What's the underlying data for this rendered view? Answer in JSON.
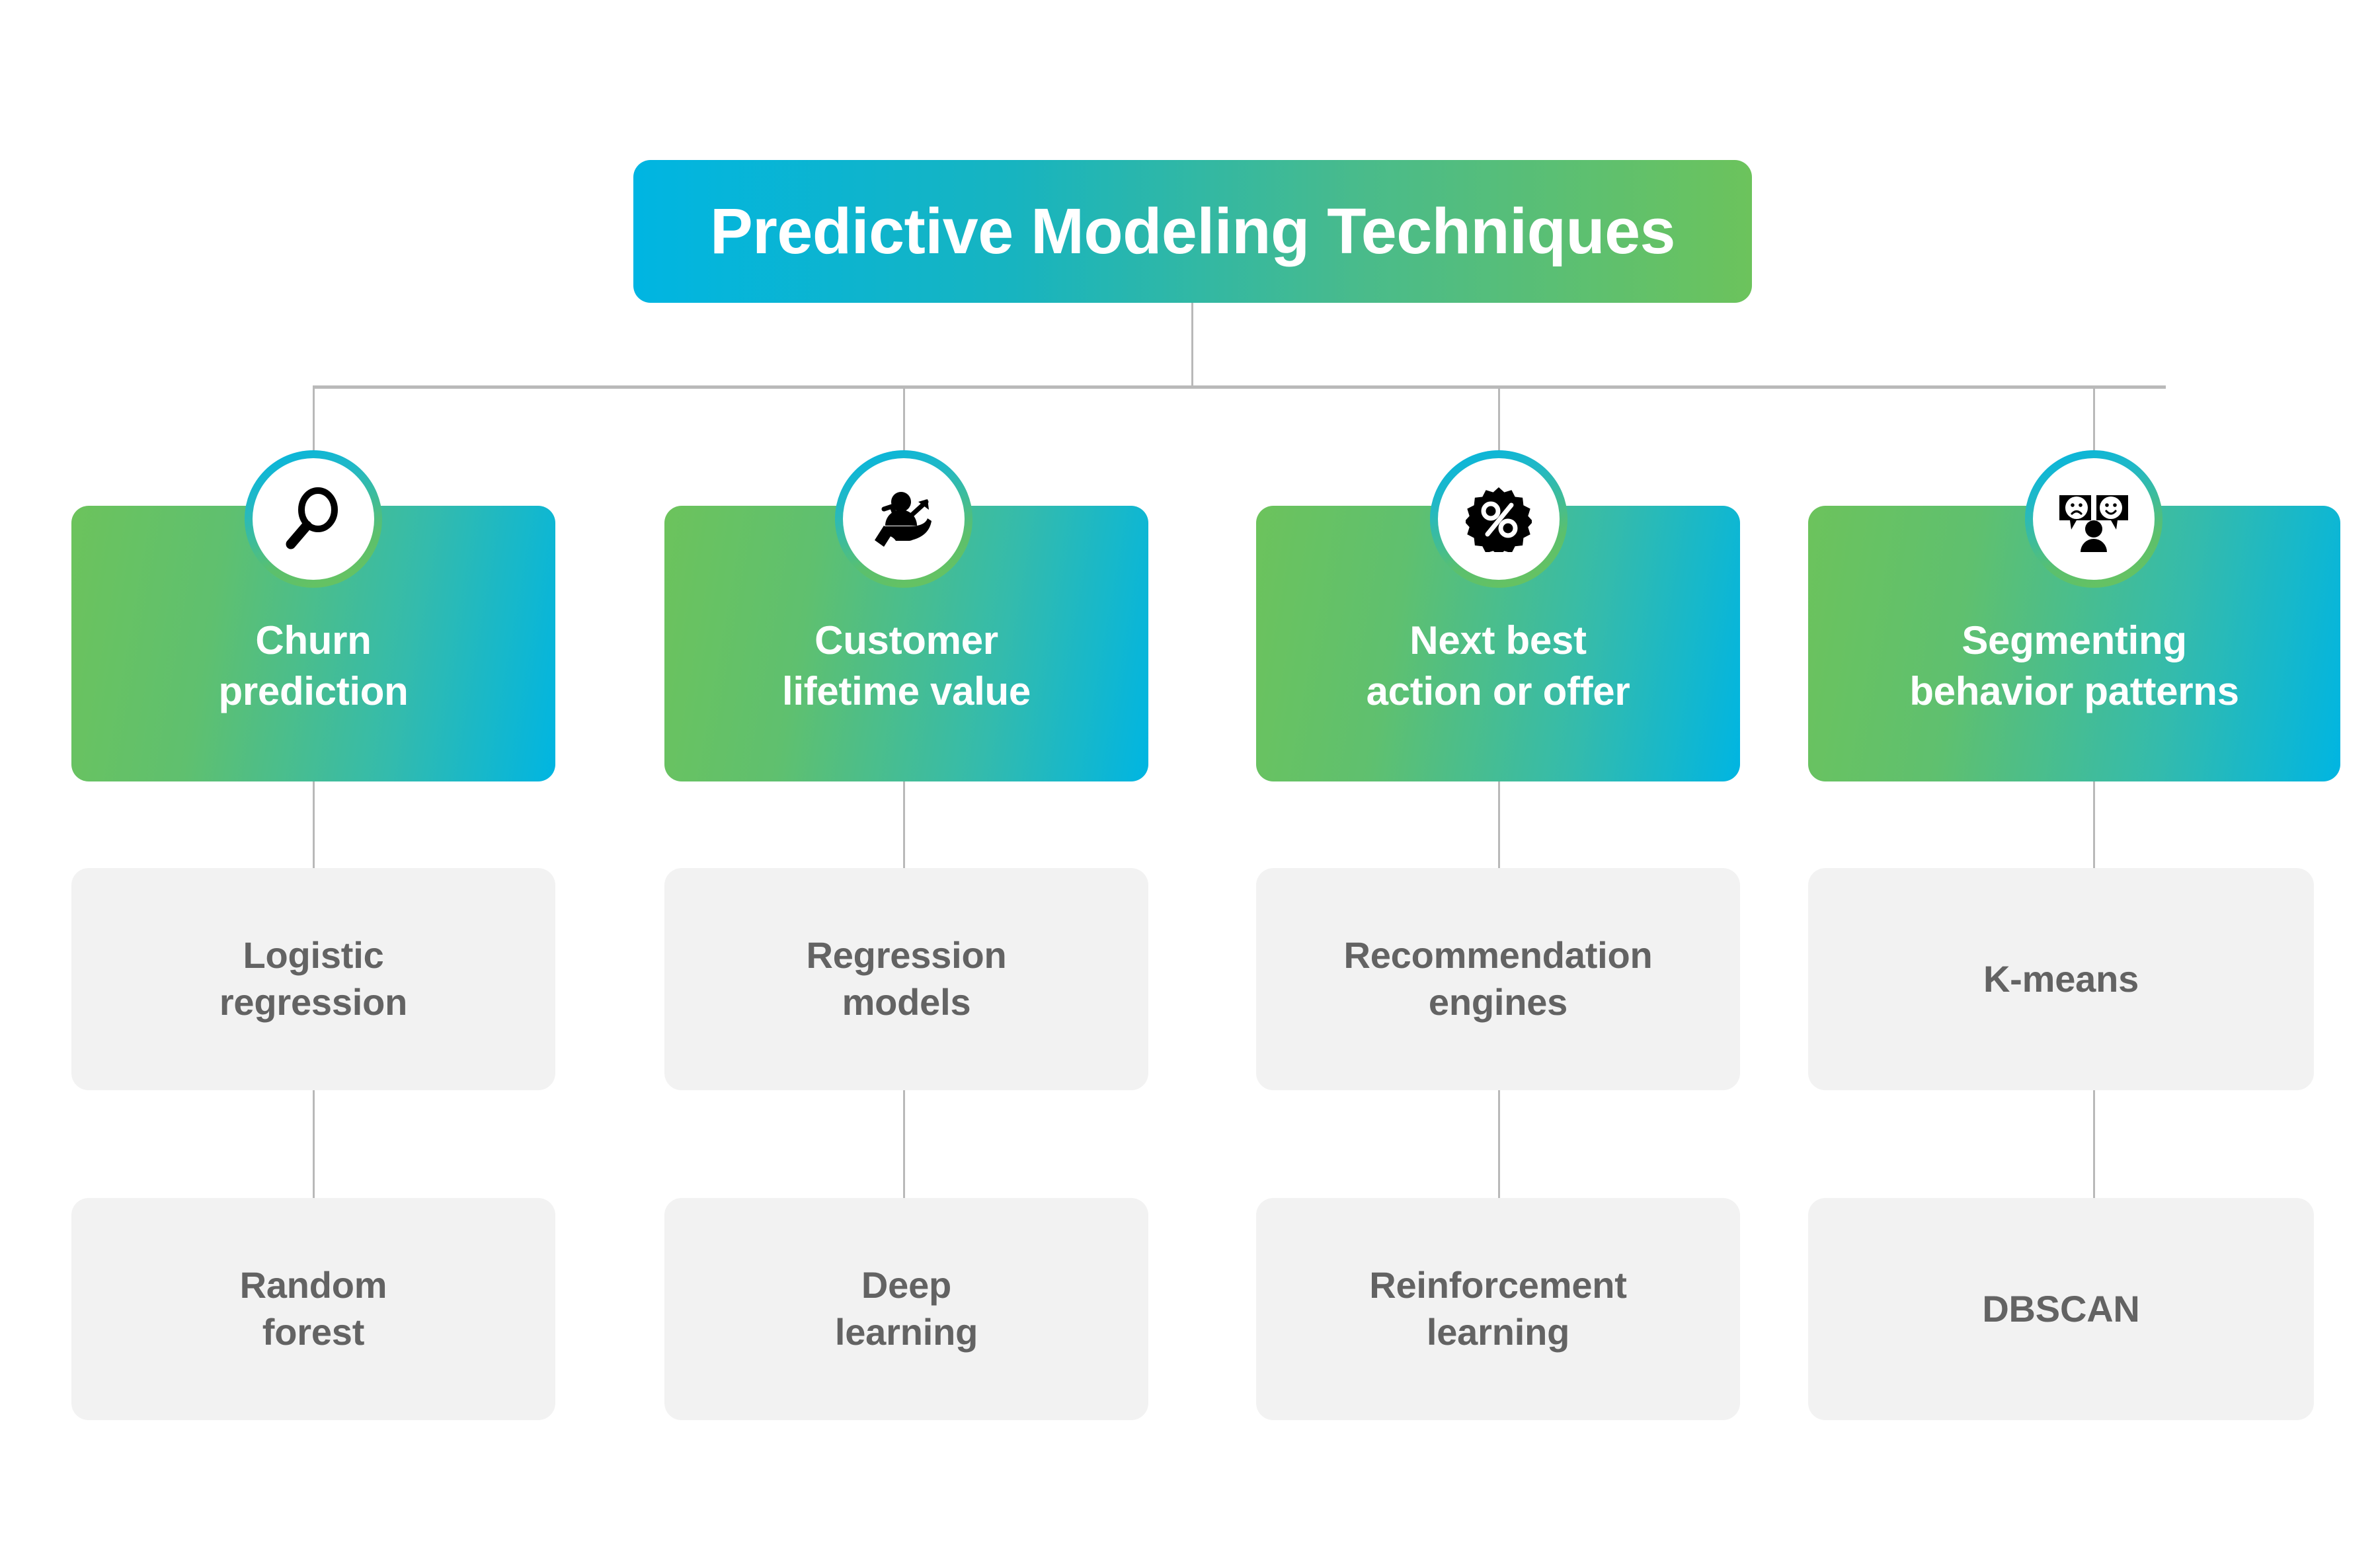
{
  "title": {
    "text": "Predictive Modeling Techniques",
    "gradient_from": "#00b5e2",
    "gradient_to": "#6cc35c",
    "text_color": "#ffffff"
  },
  "theme": {
    "cyan": "#00b5e2",
    "green": "#6cc35c",
    "grey_box": "#f2f2f2",
    "grey_text": "#636363",
    "connector": "#b9b9b9",
    "background": "#ffffff"
  },
  "branches": [
    {
      "icon": "magnifier-icon",
      "label": "Churn\nprediction",
      "children": [
        {
          "label": "Logistic\nregression"
        },
        {
          "label": "Random\nforest"
        }
      ]
    },
    {
      "icon": "person-in-hand-growth-icon",
      "label": "Customer\nlifetime value",
      "children": [
        {
          "label": "Regression\nmodels"
        },
        {
          "label": "Deep\nlearning"
        }
      ]
    },
    {
      "icon": "percent-badge-icon",
      "label": "Next best\naction or offer",
      "children": [
        {
          "label": "Recommendation\nengines"
        },
        {
          "label": "Reinforcement\nlearning"
        }
      ]
    },
    {
      "icon": "sentiment-faces-person-icon",
      "label": "Segmenting\nbehavior patterns",
      "children": [
        {
          "label": "K-means"
        },
        {
          "label": "DBSCAN"
        }
      ]
    }
  ]
}
